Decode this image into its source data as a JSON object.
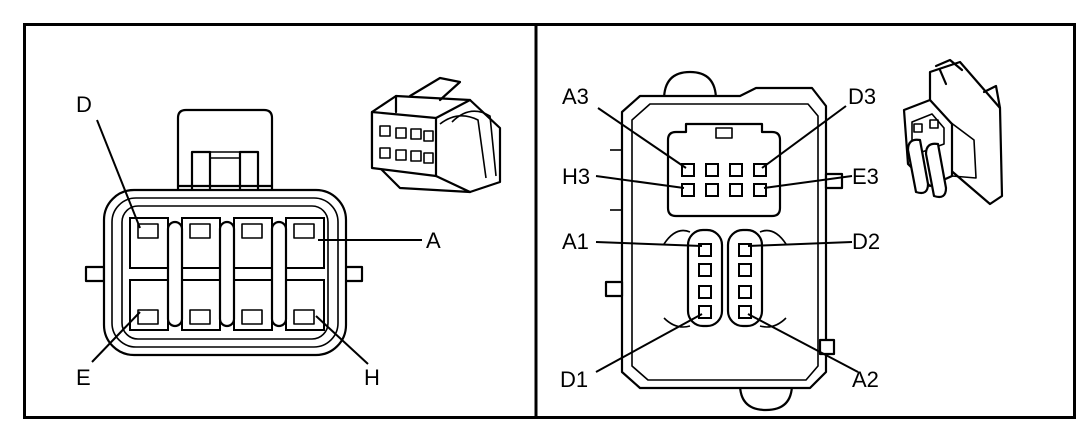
{
  "panels": [
    {
      "id": "left",
      "labels": {
        "D": "D",
        "A": "A",
        "E": "E",
        "H": "H"
      }
    },
    {
      "id": "right",
      "labels": {
        "A3": "A3",
        "D3": "D3",
        "H3": "H3",
        "E3": "E3",
        "A1": "A1",
        "D2": "D2",
        "D1": "D1",
        "A2": "A2"
      }
    }
  ],
  "colors": {
    "ink": "#000000",
    "paper": "#ffffff"
  }
}
